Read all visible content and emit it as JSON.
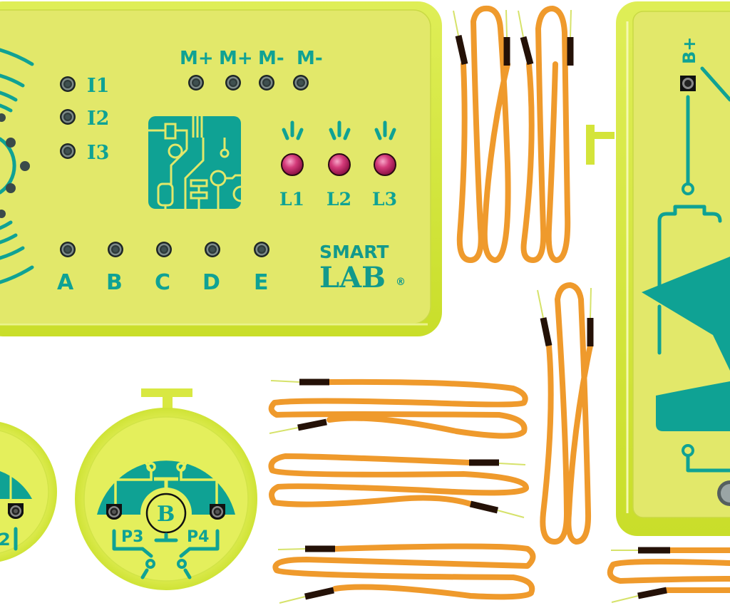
{
  "main_board": {
    "brand": {
      "line1": "SMART",
      "line2": "LAB",
      "mark": "®"
    },
    "input_ports": [
      {
        "label": "I1"
      },
      {
        "label": "I2"
      },
      {
        "label": "I3"
      }
    ],
    "motor_ports": [
      {
        "label": "M+"
      },
      {
        "label": "M+"
      },
      {
        "label": "M-"
      },
      {
        "label": "M-"
      }
    ],
    "leds": [
      {
        "label": "L1",
        "color": "#c2185b"
      },
      {
        "label": "L2",
        "color": "#c2185b"
      },
      {
        "label": "L3",
        "color": "#c2185b"
      }
    ],
    "bottom_ports": [
      {
        "label": "A"
      },
      {
        "label": "B"
      },
      {
        "label": "C"
      },
      {
        "label": "D"
      },
      {
        "label": "E"
      }
    ],
    "chip_icon": "circuit-chip-icon"
  },
  "battery_module": {
    "terminal_label": "B+",
    "icon": "battery-lightning-icon"
  },
  "buzzer_module": {
    "center_label": "B",
    "left_port": "P3",
    "right_port": "P4"
  },
  "partial_module": {
    "visible_label": "2"
  },
  "wires": {
    "count": 6,
    "color": "#ef9a2c",
    "tip_color": "#241107"
  },
  "colors": {
    "board": "#e2e86a",
    "board_rim": "#d4e43a",
    "teal": "#0fa294",
    "socket": "#3a4a4a"
  }
}
